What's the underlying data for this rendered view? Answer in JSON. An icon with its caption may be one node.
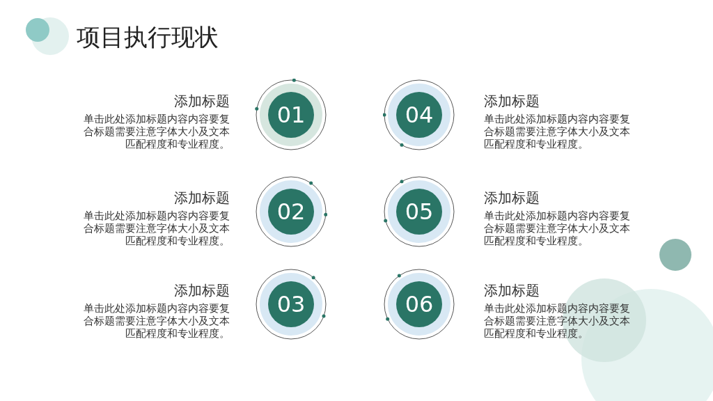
{
  "diagram": {
    "title": "项目执行现状",
    "nodes": [
      {
        "text": [
          "01"
        ],
        "beside": [
          "添加标题",
          "单击此处添加标题内容内容要复合标题需要注意字体大小及文本匹配程度和专业程度。"
        ]
      },
      {
        "text": [
          "02"
        ],
        "beside": [
          "添加标题",
          "单击此处添加标题内容内容要复合标题需要注意字体大小及文本匹配程度和专业程度。"
        ]
      },
      {
        "text": [
          "03"
        ],
        "beside": [
          "添加标题",
          "单击此处添加标题内容内容要复合标题需要注意字体大小及文本匹配程度和专业程度。"
        ]
      },
      {
        "text": [
          "04"
        ],
        "beside": [
          "添加标题",
          "单击此处添加标题内容内容要复合标题需要注意字体大小及文本匹配程度和专业程度。"
        ]
      },
      {
        "text": [
          "05"
        ],
        "beside": [
          "添加标题",
          "单击此处添加标题内容内容要复合标题需要注意字体大小及文本匹配程度和专业程度。"
        ]
      },
      {
        "text": [
          "06"
        ],
        "beside": [
          "添加标题",
          "单击此处添加标题内容内容要复合标题需要注意字体大小及文本匹配程度和专业程度。"
        ]
      }
    ],
    "edges": []
  }
}
